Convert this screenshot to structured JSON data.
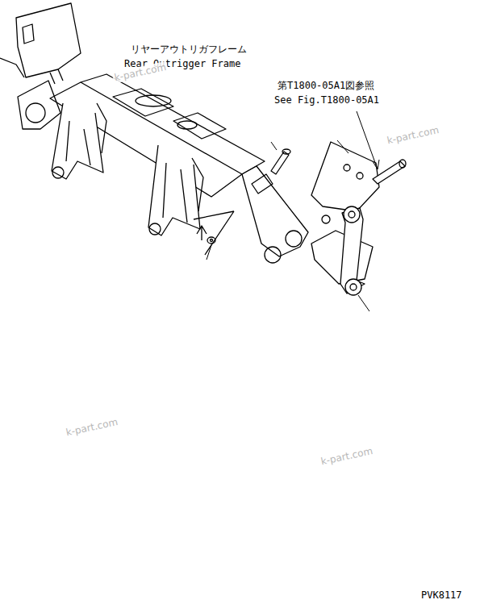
{
  "diagram": {
    "labels": [
      "リヤーアウトリガフレーム",
      "Rear Outrigger Frame",
      "第T1800-05A1図参照",
      "See Fig.T1800-05A1",
      "k-part.com",
      "k-part.com",
      "k-part.com",
      "k-part.com",
      "PVK8117"
    ]
  }
}
